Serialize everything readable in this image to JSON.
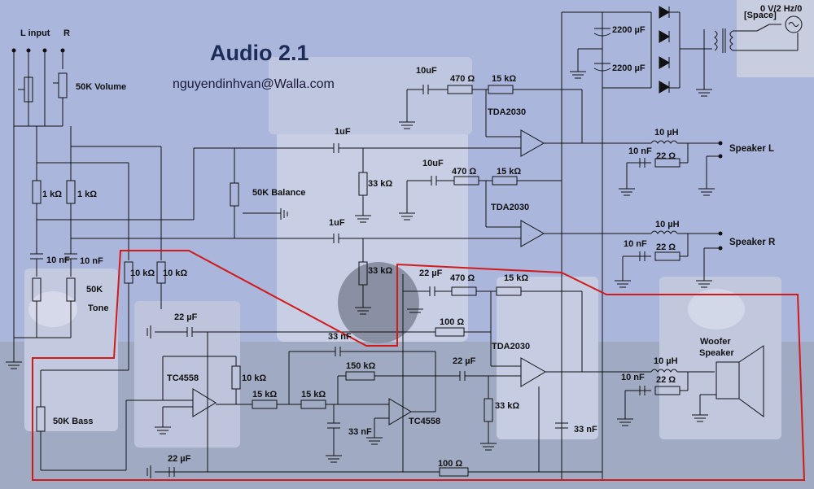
{
  "title": "Audio 2.1",
  "author_email": "nguyendinhvan@Walla.com",
  "labels": {
    "l_input": "L input",
    "r_input": "R",
    "volume": "50K Volume",
    "balance": "50K Balance",
    "tone": "50K",
    "tone_sub": "Tone",
    "bass": "50K Bass",
    "r1k_a": "1 kΩ",
    "r1k_b": "1 kΩ",
    "c10n_a": "10 nF",
    "c10n_b": "10 nF",
    "r10k_a": "10 kΩ",
    "r10k_b": "10 kΩ",
    "c1u_a": "1uF",
    "c1u_b": "1uF",
    "r33k_a": "33 kΩ",
    "r33k_b": "33 kΩ",
    "c10u_a": "10uF",
    "c10u_b": "10uF",
    "r470_a": "470 Ω",
    "r470_b": "470 Ω",
    "r470_c": "470 Ω",
    "r15k_a": "15 kΩ",
    "r15k_b": "15 kΩ",
    "r15k_c": "15 kΩ",
    "tda_a": "TDA2030",
    "tda_b": "TDA2030",
    "tda_c": "TDA2030",
    "l10u_a": "10 µH",
    "l10u_b": "10 µH",
    "l10u_c": "10 µH",
    "c10nf_out_a": "10 nF",
    "c10nf_out_b": "10 nF",
    "c10nf_out_c": "10 nF",
    "r22_a": "22 Ω",
    "r22_b": "22 Ω",
    "r22_c": "22 Ω",
    "speaker_l": "Speaker L",
    "speaker_r": "Speaker R",
    "woofer": "Woofer",
    "woofer_sub": "Speaker",
    "c2200_a": "2200 µF",
    "c2200_b": "2200 µF",
    "space": "[Space]",
    "source": "0 V/2 Hz/0",
    "c22u_a": "22 µF",
    "c22u_b": "22 µF",
    "c22u_c": "22 µF",
    "c22u_d": "22 µF",
    "r100_a": "100 Ω",
    "r100_b": "100 Ω",
    "c33n_a": "33 nF",
    "c33n_b": "33 nF",
    "c33n_c": "33 nF",
    "r150k": "150 kΩ",
    "r15k_d": "15 kΩ",
    "r15k_e": "15 kΩ",
    "r10k_c": "10 kΩ",
    "r33k_c": "33 kΩ",
    "tc_a": "TC4558",
    "tc_b": "TC4558"
  },
  "colors": {
    "wire": "#111111",
    "highlight": "#d11a1a",
    "title": "#1d2b57",
    "background": "#a9b6db"
  }
}
